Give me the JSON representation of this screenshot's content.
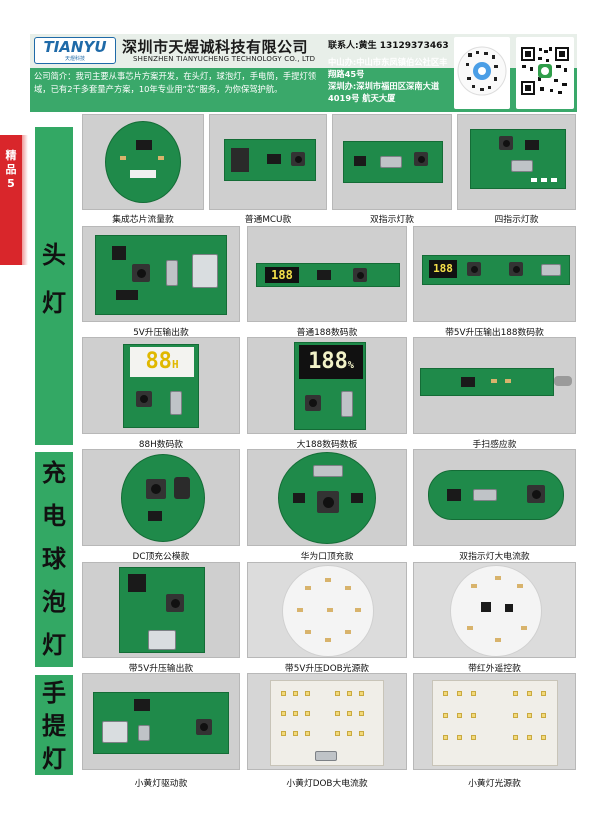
{
  "header": {
    "logo": "TIANYU",
    "logo_sub": "天煜科技",
    "company_cn": "深圳市天煜诚科技有限公司",
    "company_en": "SHENZHEN TIANYUCHENG TECHNOLOGY CO., LTD",
    "contact": "联系人:黄生 13129373463",
    "intro": "公司简介：我司主要从事芯片方案开发，在头灯，球泡灯，手电筒，手提灯领域，已有2千多套量产方案，10年专业用“芯”服务，为你保驾护航。",
    "zhongshan": "中山办:中山市东凤镇伯公社区丰翔路45号",
    "shenzhen": "深圳办:深圳市福田区深南大道4019号 航天大厦"
  },
  "tab": {
    "line1": "精",
    "line2": "品",
    "line3": "5"
  },
  "categories": {
    "headlamp": [
      "头",
      "灯"
    ],
    "bulb": [
      "充",
      "电",
      "球",
      "泡",
      "灯"
    ],
    "handheld": [
      "手",
      "提",
      "灯"
    ]
  },
  "products": {
    "p1": "集成芯片流量款",
    "p2": "普通MCU款",
    "p3": "双指示灯款",
    "p4": "四指示灯款",
    "p5": "5V升压输出款",
    "p6": "普通188数码款",
    "p7": "带5V升压输出188数码款",
    "p8": "88H数码款",
    "p9": "大188数码数板",
    "p10": "手扫感应款",
    "p11": "DC顶充公模款",
    "p12": "华为口顶充款",
    "p13": "双指示灯大电流款",
    "p14": "带5V升压输出款",
    "p15": "带5V升压DOB光源款",
    "p16": "带红外遥控款",
    "p17": "小黄灯驱动款",
    "p18": "小黄灯DOB大电流款",
    "p19": "小黄灯光源款"
  },
  "displays": {
    "d6": "188",
    "d7": "188",
    "d8": "88",
    "d8_unit": "H",
    "d9": "188",
    "d9_unit": "%"
  },
  "colors": {
    "header_green": "#3aa86a",
    "category_green": "#33a864",
    "tab_red": "#d9262b",
    "pcb_green": "#1f8a4a",
    "logo_blue": "#1f6aa8"
  }
}
